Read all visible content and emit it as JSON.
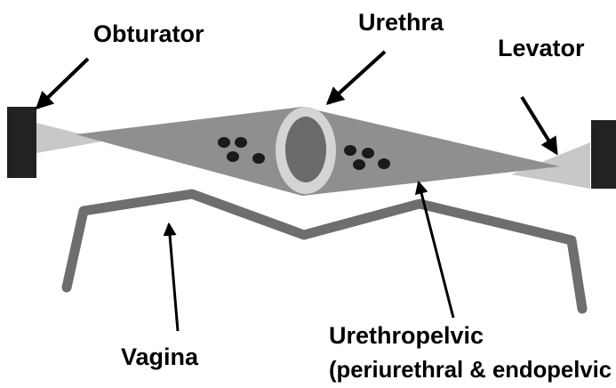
{
  "labels": {
    "obturator": "Obturator",
    "urethra": "Urethra",
    "levator": "Levator",
    "urethropelvic_line1": "Urethropelvic",
    "urethropelvic_line2": "(periurethral & endopelvic",
    "vagina": "Vagina"
  },
  "colors": {
    "background": "#ffffff",
    "attachment_block": "#222222",
    "ligament_light": "#c8c8c8",
    "ligament_mid": "#8f8f8f",
    "urethra_ring": "#d4d4d4",
    "urethra_lumen": "#6a6a6a",
    "dots": "#1a1a1a",
    "vagina_line": "#6e6e6e",
    "arrows": "#000000"
  }
}
